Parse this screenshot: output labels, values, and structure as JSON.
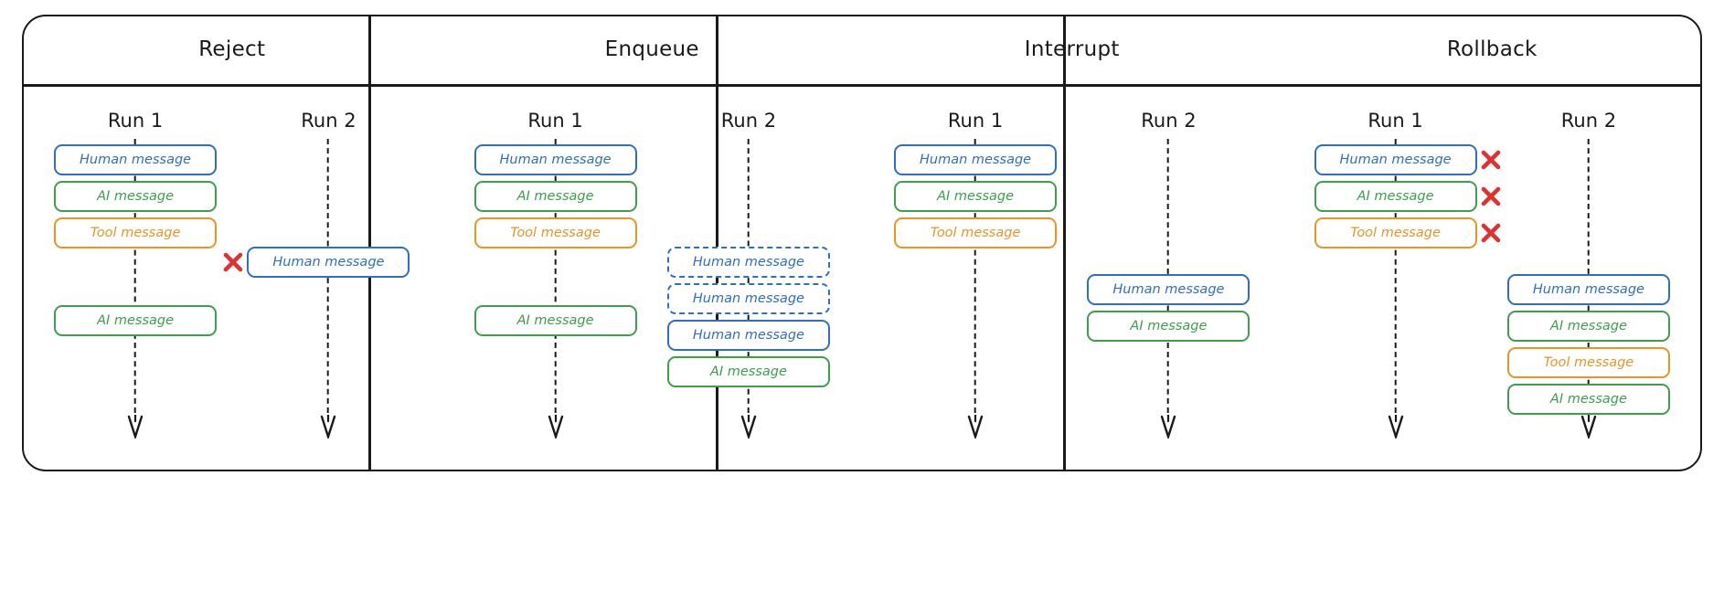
{
  "diagram": {
    "title_row": [
      "Reject",
      "Enqueue",
      "Interrupt",
      "Rollback"
    ],
    "labels": {
      "human": "Human message",
      "ai": "AI message",
      "tool": "Tool message",
      "run1": "Run 1",
      "run2": "Run 2"
    },
    "colors": {
      "human": "#2f6fc0",
      "ai": "#3d9e4d",
      "tool": "#e89326",
      "reject_x": "#e03131",
      "frame": "#1a1a1a",
      "background": "#ffffff"
    },
    "icons": {
      "reject": "red-x-icon",
      "arrow": "down-arrowhead-icon",
      "lifeline": "dashed-lifeline"
    },
    "panels": [
      {
        "name": "reject",
        "title": "Reject",
        "runs": [
          {
            "label": "Run 1",
            "messages": [
              {
                "type": "human",
                "text": "Human message",
                "style": "solid",
                "rejected": false
              },
              {
                "type": "ai",
                "text": "AI message",
                "style": "solid",
                "rejected": false
              },
              {
                "type": "tool",
                "text": "Tool message",
                "style": "solid",
                "rejected": false
              },
              {
                "type": "gap",
                "text": "",
                "style": "gap",
                "rejected": false
              },
              {
                "type": "ai",
                "text": "AI message",
                "style": "solid",
                "rejected": false
              }
            ]
          },
          {
            "label": "Run 2",
            "messages": [
              {
                "type": "gap",
                "text": "",
                "style": "gap",
                "rejected": false
              },
              {
                "type": "gap",
                "text": "",
                "style": "gap",
                "rejected": false
              },
              {
                "type": "human",
                "text": "Human message",
                "style": "solid",
                "rejected": true
              }
            ]
          }
        ]
      },
      {
        "name": "enqueue",
        "title": "Enqueue",
        "runs": [
          {
            "label": "Run 1",
            "messages": [
              {
                "type": "human",
                "text": "Human message",
                "style": "solid",
                "rejected": false
              },
              {
                "type": "ai",
                "text": "AI message",
                "style": "solid",
                "rejected": false
              },
              {
                "type": "tool",
                "text": "Tool message",
                "style": "solid",
                "rejected": false
              },
              {
                "type": "gap",
                "text": "",
                "style": "gap",
                "rejected": false
              },
              {
                "type": "ai",
                "text": "AI message",
                "style": "solid",
                "rejected": false
              }
            ]
          },
          {
            "label": "Run 2",
            "messages": [
              {
                "type": "gap",
                "text": "",
                "style": "gap",
                "rejected": false
              },
              {
                "type": "gap",
                "text": "",
                "style": "gap",
                "rejected": false
              },
              {
                "type": "human",
                "text": "Human message",
                "style": "dashed",
                "rejected": false
              },
              {
                "type": "human",
                "text": "Human message",
                "style": "dashed",
                "rejected": false
              },
              {
                "type": "human",
                "text": "Human message",
                "style": "solid",
                "rejected": false
              },
              {
                "type": "ai",
                "text": "AI message",
                "style": "solid",
                "rejected": false
              }
            ]
          }
        ]
      },
      {
        "name": "interrupt",
        "title": "Interrupt",
        "runs": [
          {
            "label": "Run 1",
            "messages": [
              {
                "type": "human",
                "text": "Human message",
                "style": "solid",
                "rejected": false
              },
              {
                "type": "ai",
                "text": "AI message",
                "style": "solid",
                "rejected": false
              },
              {
                "type": "tool",
                "text": "Tool message",
                "style": "solid",
                "rejected": false
              }
            ]
          },
          {
            "label": "Run 2",
            "messages": [
              {
                "type": "gap",
                "text": "",
                "style": "gap",
                "rejected": false
              },
              {
                "type": "gap",
                "text": "",
                "style": "gap",
                "rejected": false
              },
              {
                "type": "gap",
                "text": "",
                "style": "gapsmall",
                "rejected": false
              },
              {
                "type": "human",
                "text": "Human message",
                "style": "solid",
                "rejected": false
              },
              {
                "type": "ai",
                "text": "AI message",
                "style": "solid",
                "rejected": false
              }
            ]
          }
        ]
      },
      {
        "name": "rollback",
        "title": "Rollback",
        "runs": [
          {
            "label": "Run 1",
            "messages": [
              {
                "type": "human",
                "text": "Human message",
                "style": "solid",
                "rejected": true
              },
              {
                "type": "ai",
                "text": "AI message",
                "style": "solid",
                "rejected": true
              },
              {
                "type": "tool",
                "text": "Tool message",
                "style": "solid",
                "rejected": true
              }
            ]
          },
          {
            "label": "Run 2",
            "messages": [
              {
                "type": "gap",
                "text": "",
                "style": "gap",
                "rejected": false
              },
              {
                "type": "gap",
                "text": "",
                "style": "gap",
                "rejected": false
              },
              {
                "type": "gap",
                "text": "",
                "style": "gapsmall",
                "rejected": false
              },
              {
                "type": "human",
                "text": "Human message",
                "style": "solid",
                "rejected": false
              },
              {
                "type": "ai",
                "text": "AI message",
                "style": "solid",
                "rejected": false
              },
              {
                "type": "tool",
                "text": "Tool message",
                "style": "solid",
                "rejected": false
              },
              {
                "type": "ai",
                "text": "AI message",
                "style": "solid",
                "rejected": false
              }
            ]
          }
        ]
      }
    ]
  }
}
